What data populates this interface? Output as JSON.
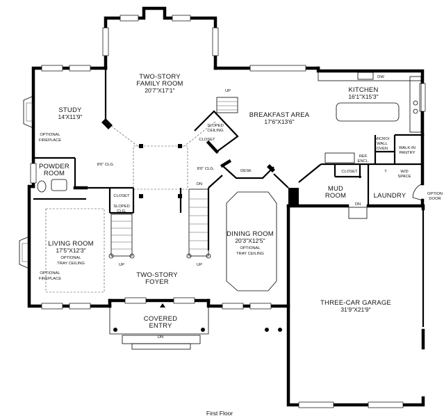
{
  "rooms": {
    "family_room": {
      "name1": "TWO-STORY",
      "name2": "FAMILY ROOM",
      "dim": "20'7\"X17'1\""
    },
    "kitchen": {
      "name": "KITCHEN",
      "dim": "16'1\"X15'3\""
    },
    "breakfast": {
      "name": "BREAKFAST AREA",
      "dim": "17'6\"X13'6\""
    },
    "study": {
      "name": "STUDY",
      "dim": "14'X11'9\""
    },
    "powder": {
      "name1": "POWDER",
      "name2": "ROOM"
    },
    "living": {
      "name": "LIVING ROOM",
      "dim": "17'5\"X12'3\"",
      "note1": "OPTIONAL",
      "note2": "TRAY CEILING"
    },
    "dining": {
      "name": "DINING ROOM",
      "dim": "20'3\"X12'5\"",
      "note1": "OPTIONAL",
      "note2": "TRAY CEILING"
    },
    "foyer": {
      "name1": "TWO-STORY",
      "name2": "FOYER"
    },
    "entry": {
      "name1": "COVERED",
      "name2": "ENTRY"
    },
    "mud": {
      "name1": "MUD",
      "name2": "ROOM"
    },
    "laundry": {
      "name": "LAUNDRY"
    },
    "garage": {
      "name": "THREE-CAR GARAGE",
      "dim": "31'9\"X21'9\""
    }
  },
  "labels": {
    "optional_fireplace_1": "OPTIONAL",
    "optional_fireplace_2": "FIREPLACE",
    "sloped_ceiling_1": "SLOPED",
    "sloped_ceiling_2": "CEILING",
    "closet": "CLOSET",
    "sloped_clg_1": "SLOPED",
    "sloped_clg_2": "CLG.",
    "clg_86": "8'6\" CLG.",
    "desk": "DESK",
    "dw": "DW",
    "micro1": "MICRO/",
    "micro2": "WALL",
    "micro3": "OVEN",
    "walkin1": "WALK-IN",
    "walkin2": "PANTRY",
    "ref1": "REF.",
    "ref2": "ENCL.",
    "t": "T",
    "wd1": "W/D",
    "wd2": "SPACE",
    "option1": "OPTION",
    "option2": "DOOR",
    "up": "UP",
    "dn": "DN",
    "caption": "First Floor"
  }
}
